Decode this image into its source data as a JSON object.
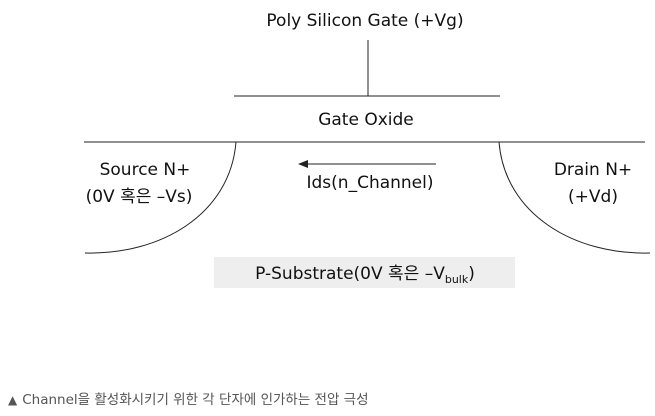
{
  "diagram": {
    "gate_label": "Poly Silicon Gate (+Vg)",
    "oxide_label": "Gate Oxide",
    "source_line1": "Source N+",
    "source_line2": "(0V 혹은 –Vs)",
    "drain_line1": "Drain N+",
    "drain_line2": "(+Vd)",
    "channel_label": "Ids(n_Channel)",
    "substrate_main": "P-Substrate(0V 혹은 –V",
    "substrate_sub": "bulk",
    "substrate_close": ")"
  },
  "caption": {
    "marker": "▲",
    "text": "Channel을 활성화시키기 위한 각 단자에 인가하는 전압 극성"
  },
  "colors": {
    "line": "#222222",
    "substrate_fill": "#eeeeee",
    "caption_text": "#555555"
  }
}
